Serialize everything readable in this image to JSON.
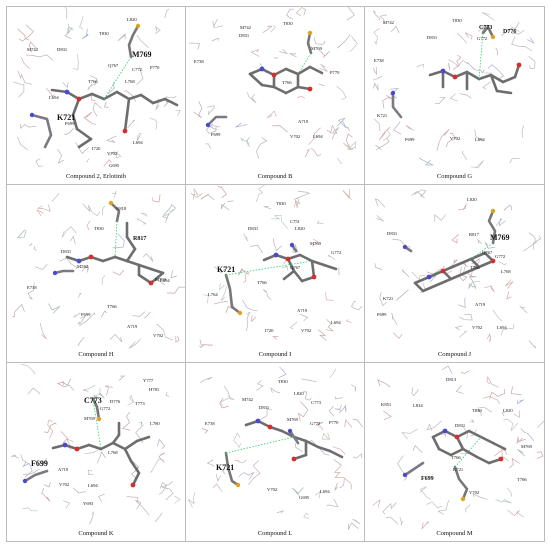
{
  "panels": [
    {
      "caption": "Compound 2, Erlotinib",
      "labels": [
        {
          "text": "L820",
          "size": "s"
        },
        {
          "text": "T830",
          "size": "s"
        },
        {
          "text": "M742",
          "size": "s"
        },
        {
          "text": "D831",
          "size": "s"
        },
        {
          "text": "M769",
          "size": "l"
        },
        {
          "text": "Q767",
          "size": "s"
        },
        {
          "text": "C772",
          "size": "s"
        },
        {
          "text": "P770",
          "size": "s"
        },
        {
          "text": "T766",
          "size": "s"
        },
        {
          "text": "L768",
          "size": "s"
        },
        {
          "text": "L694",
          "size": "s"
        },
        {
          "text": "K721",
          "size": "l"
        },
        {
          "text": "F699",
          "size": "s"
        },
        {
          "text": "I720",
          "size": "s"
        },
        {
          "text": "V702",
          "size": "s"
        },
        {
          "text": "L694",
          "size": "s"
        },
        {
          "text": "G695",
          "size": "s"
        }
      ]
    },
    {
      "caption": "Compound B",
      "labels": [
        {
          "text": "T830",
          "size": "s"
        },
        {
          "text": "M742",
          "size": "s"
        },
        {
          "text": "D831",
          "size": "s"
        },
        {
          "text": "M769",
          "size": "s"
        },
        {
          "text": "E738",
          "size": "s"
        },
        {
          "text": "P770",
          "size": "s"
        },
        {
          "text": "T766",
          "size": "s"
        },
        {
          "text": "F699",
          "size": "s"
        },
        {
          "text": "A719",
          "size": "s"
        },
        {
          "text": "V702",
          "size": "s"
        },
        {
          "text": "L694",
          "size": "s"
        }
      ]
    },
    {
      "caption": "Compound G",
      "labels": [
        {
          "text": "M742",
          "size": "s"
        },
        {
          "text": "T830",
          "size": "s"
        },
        {
          "text": "C773",
          "size": "m"
        },
        {
          "text": "D776",
          "size": "m"
        },
        {
          "text": "D831",
          "size": "s"
        },
        {
          "text": "G772",
          "size": "s"
        },
        {
          "text": "E738",
          "size": "s"
        },
        {
          "text": "K721",
          "size": "s"
        },
        {
          "text": "F699",
          "size": "s"
        },
        {
          "text": "V702",
          "size": "s"
        },
        {
          "text": "L694",
          "size": "s"
        }
      ]
    },
    {
      "caption": "Compound H",
      "labels": [
        {
          "text": "N818",
          "size": "s"
        },
        {
          "text": "T830",
          "size": "s"
        },
        {
          "text": "R817",
          "size": "m"
        },
        {
          "text": "D831",
          "size": "s"
        },
        {
          "text": "M742",
          "size": "s"
        },
        {
          "text": "E738",
          "size": "s"
        },
        {
          "text": "M769",
          "size": "s"
        },
        {
          "text": "T766",
          "size": "s"
        },
        {
          "text": "F699",
          "size": "s"
        },
        {
          "text": "A719",
          "size": "s"
        },
        {
          "text": "V702",
          "size": "s"
        },
        {
          "text": "L694",
          "size": "s"
        }
      ]
    },
    {
      "caption": "Compound I",
      "labels": [
        {
          "text": "T830",
          "size": "s"
        },
        {
          "text": "C751",
          "size": "s"
        },
        {
          "text": "D831",
          "size": "s"
        },
        {
          "text": "L820",
          "size": "s"
        },
        {
          "text": "M769",
          "size": "s"
        },
        {
          "text": "G772",
          "size": "s"
        },
        {
          "text": "K721",
          "size": "l"
        },
        {
          "text": "Q767",
          "size": "s"
        },
        {
          "text": "L764",
          "size": "s"
        },
        {
          "text": "T766",
          "size": "s"
        },
        {
          "text": "A719",
          "size": "s"
        },
        {
          "text": "I720",
          "size": "s"
        },
        {
          "text": "V702",
          "size": "s"
        },
        {
          "text": "L694",
          "size": "s"
        }
      ]
    },
    {
      "caption": "Compound J",
      "labels": [
        {
          "text": "L820",
          "size": "s"
        },
        {
          "text": "D831",
          "size": "s"
        },
        {
          "text": "R817",
          "size": "s"
        },
        {
          "text": "M769",
          "size": "l"
        },
        {
          "text": "Q767",
          "size": "s"
        },
        {
          "text": "G772",
          "size": "s"
        },
        {
          "text": "T766",
          "size": "s"
        },
        {
          "text": "L768",
          "size": "s"
        },
        {
          "text": "K721",
          "size": "s"
        },
        {
          "text": "A719",
          "size": "s"
        },
        {
          "text": "F699",
          "size": "s"
        },
        {
          "text": "V702",
          "size": "s"
        },
        {
          "text": "L694",
          "size": "s"
        }
      ]
    },
    {
      "caption": "Compound K",
      "labels": [
        {
          "text": "Y777",
          "size": "s"
        },
        {
          "text": "H781",
          "size": "s"
        },
        {
          "text": "C773",
          "size": "l"
        },
        {
          "text": "D776",
          "size": "s"
        },
        {
          "text": "T773",
          "size": "s"
        },
        {
          "text": "G772",
          "size": "s"
        },
        {
          "text": "M769",
          "size": "s"
        },
        {
          "text": "L780",
          "size": "s"
        },
        {
          "text": "L768",
          "size": "s"
        },
        {
          "text": "F699",
          "size": "l"
        },
        {
          "text": "A719",
          "size": "s"
        },
        {
          "text": "V702",
          "size": "s"
        },
        {
          "text": "L694",
          "size": "s"
        },
        {
          "text": "Y693",
          "size": "s"
        }
      ]
    },
    {
      "caption": "Compound L",
      "labels": [
        {
          "text": "T830",
          "size": "s"
        },
        {
          "text": "M742",
          "size": "s"
        },
        {
          "text": "D831",
          "size": "s"
        },
        {
          "text": "L820",
          "size": "s"
        },
        {
          "text": "C773",
          "size": "s"
        },
        {
          "text": "E738",
          "size": "s"
        },
        {
          "text": "M769",
          "size": "s"
        },
        {
          "text": "G772",
          "size": "s"
        },
        {
          "text": "P770",
          "size": "s"
        },
        {
          "text": "K721",
          "size": "l"
        },
        {
          "text": "V702",
          "size": "s"
        },
        {
          "text": "G695",
          "size": "s"
        },
        {
          "text": "L694",
          "size": "s"
        }
      ]
    },
    {
      "caption": "Compound M",
      "labels": [
        {
          "text": "D813",
          "size": "s"
        },
        {
          "text": "K851",
          "size": "s"
        },
        {
          "text": "L834",
          "size": "s"
        },
        {
          "text": "T830",
          "size": "s"
        },
        {
          "text": "L820",
          "size": "s"
        },
        {
          "text": "D831",
          "size": "s"
        },
        {
          "text": "M769",
          "size": "s"
        },
        {
          "text": "F699",
          "size": "m"
        },
        {
          "text": "T766",
          "size": "s"
        },
        {
          "text": "K721",
          "size": "s"
        },
        {
          "text": "V702",
          "size": "s"
        },
        {
          "text": "T766",
          "size": "s"
        }
      ]
    }
  ]
}
